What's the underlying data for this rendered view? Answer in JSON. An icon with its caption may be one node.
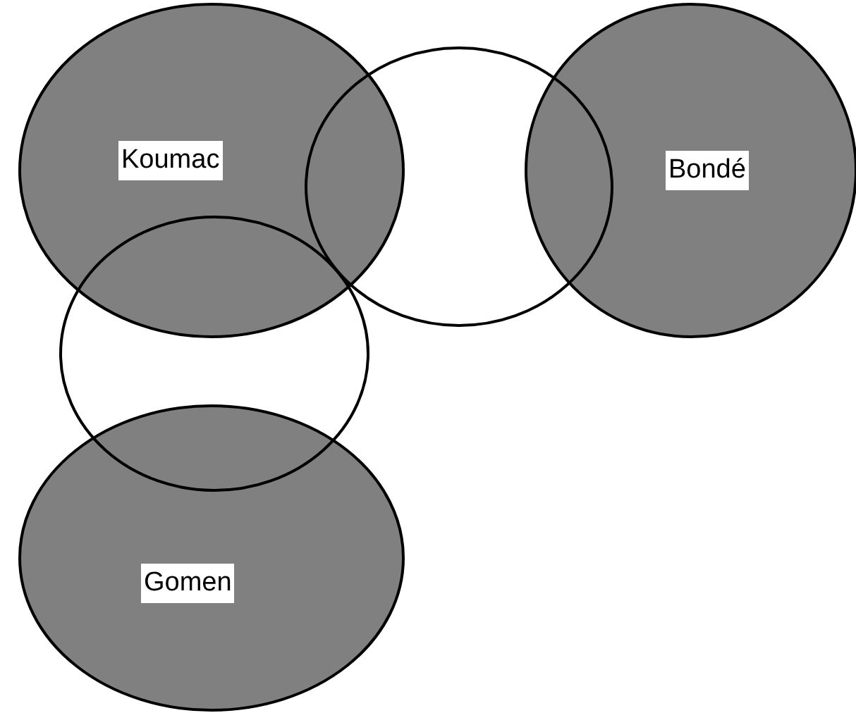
{
  "diagram": {
    "nodes": [
      {
        "text": [
          "Koumac"
        ]
      },
      {
        "text": [],
        "shape": "circle"
      },
      {
        "text": [
          "Bondé"
        ]
      },
      {
        "text": [],
        "shape": "circle"
      },
      {
        "text": [
          "Gomen"
        ]
      }
    ],
    "edges": []
  }
}
